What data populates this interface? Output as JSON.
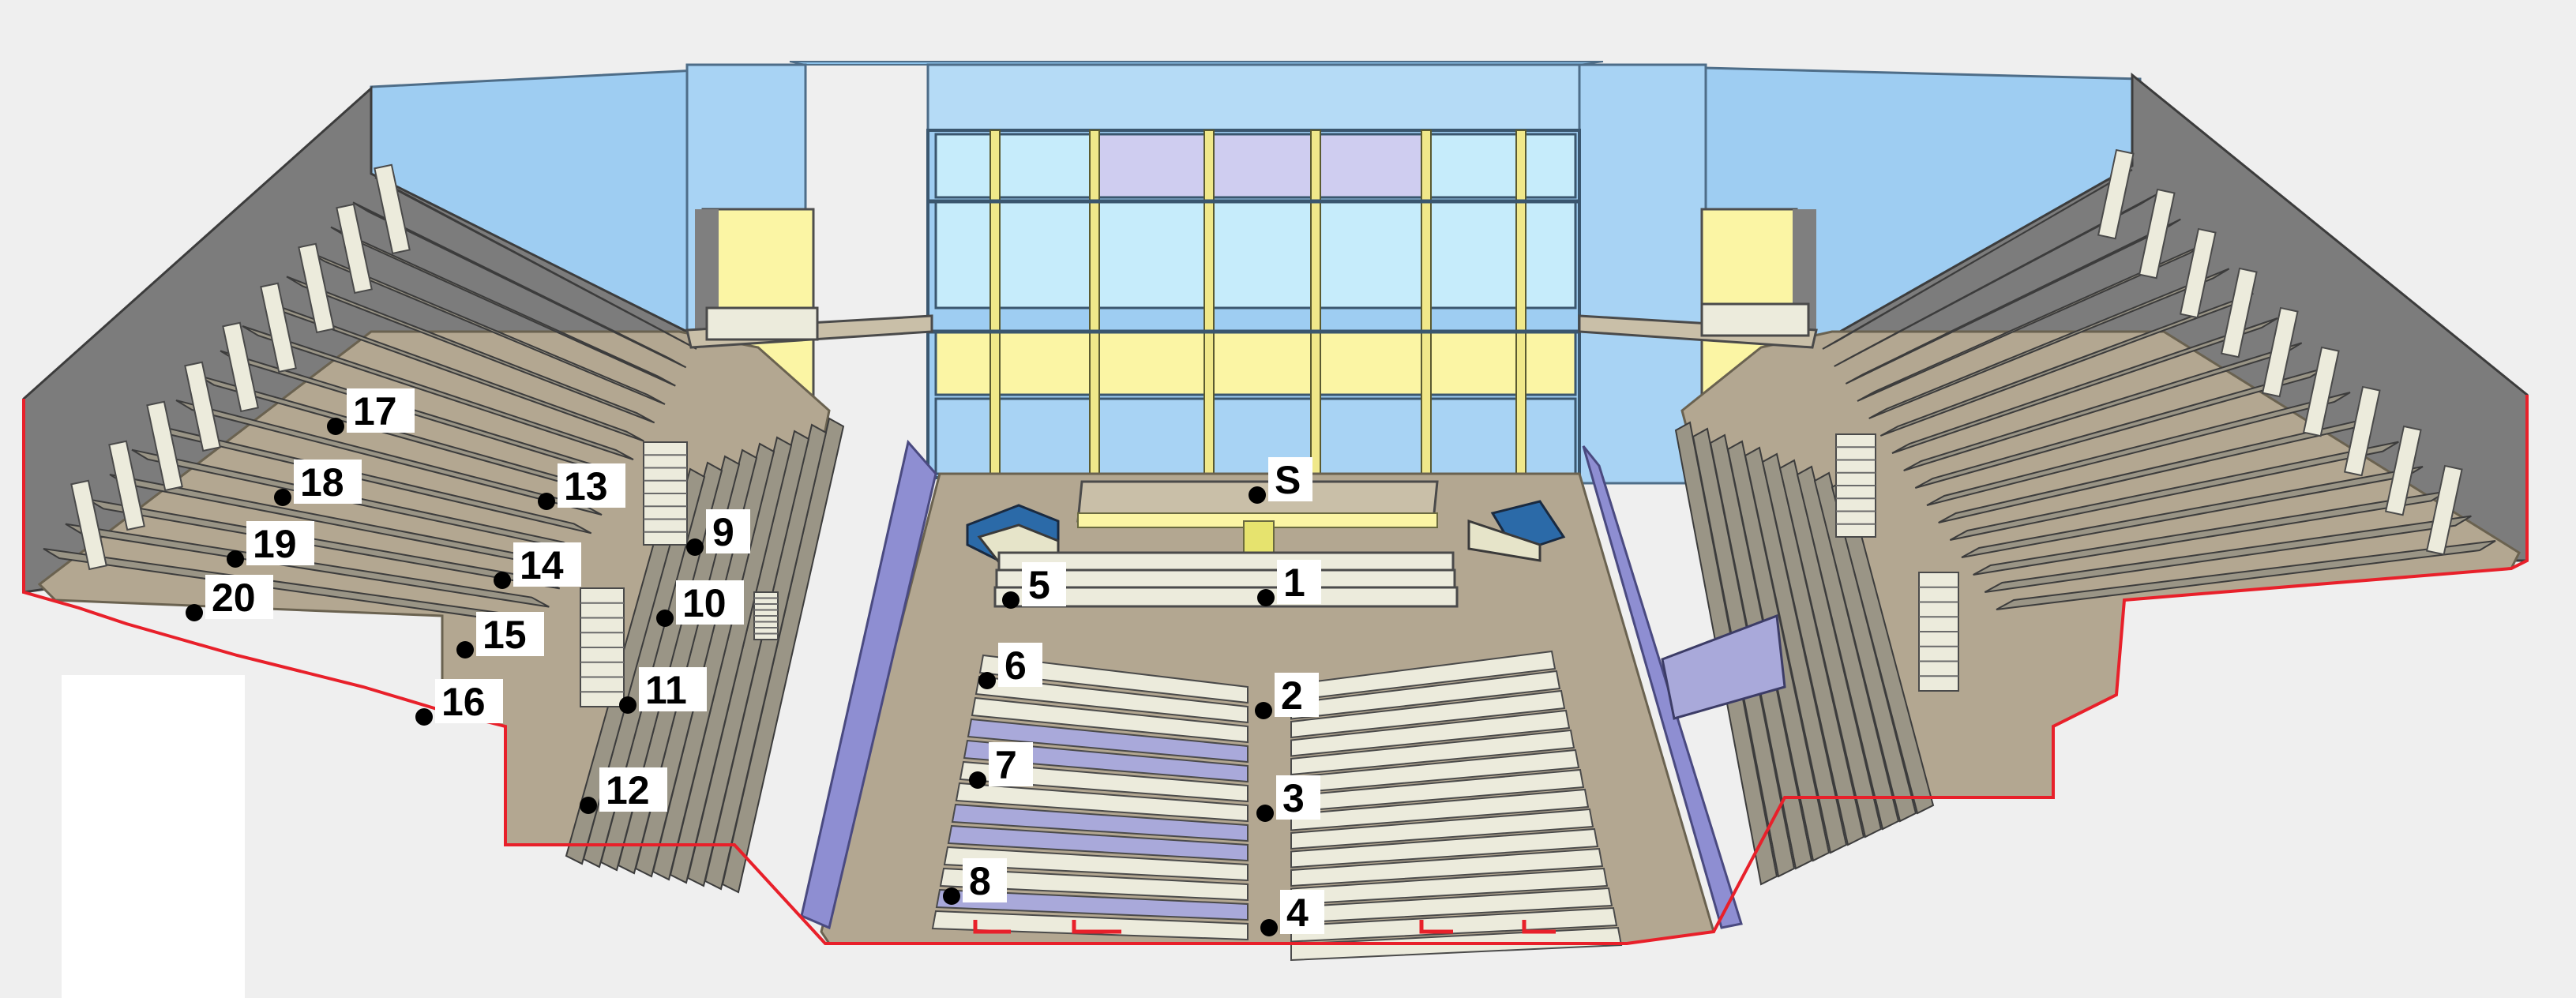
{
  "colors": {
    "page_background": "#efefef",
    "wall_blue": "#9ecdf2",
    "wall_blue_light": "#b5dbf6",
    "glass_cyan": "#c6ecfb",
    "glass_lavender": "#cfcdf0",
    "glass_yellow": "#fbf5a4",
    "floor_taupe": "#b3a791",
    "side_wall_grey": "#7c7c7c",
    "tier_edge_grey": "#9a9586",
    "seat_cream": "#ecebdc",
    "seat_lavender": "#a9a9da",
    "cut_edge_red": "#e8202a",
    "stage_riser_blue": "#2b6aa8",
    "marker": "#000000",
    "label_background": "#ffffff"
  },
  "diagram": {
    "subject": "concert-hall-interior-cutaway",
    "measurement_points": [
      {
        "id": "S",
        "label": "S"
      },
      {
        "id": "1",
        "label": "1"
      },
      {
        "id": "2",
        "label": "2"
      },
      {
        "id": "3",
        "label": "3"
      },
      {
        "id": "4",
        "label": "4"
      },
      {
        "id": "5",
        "label": "5"
      },
      {
        "id": "6",
        "label": "6"
      },
      {
        "id": "7",
        "label": "7"
      },
      {
        "id": "8",
        "label": "8"
      },
      {
        "id": "9",
        "label": "9"
      },
      {
        "id": "10",
        "label": "10"
      },
      {
        "id": "11",
        "label": "11"
      },
      {
        "id": "12",
        "label": "12"
      },
      {
        "id": "13",
        "label": "13"
      },
      {
        "id": "14",
        "label": "14"
      },
      {
        "id": "15",
        "label": "15"
      },
      {
        "id": "16",
        "label": "16"
      },
      {
        "id": "17",
        "label": "17"
      },
      {
        "id": "18",
        "label": "18"
      },
      {
        "id": "19",
        "label": "19"
      },
      {
        "id": "20",
        "label": "20"
      }
    ]
  }
}
